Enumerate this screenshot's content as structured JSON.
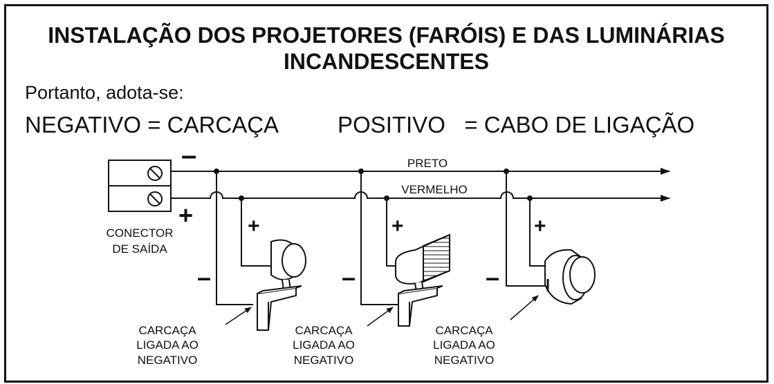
{
  "title_line1": "INSTALAÇÃO DOS PROJETORES (FARÓIS) E DAS LUMINÁRIAS",
  "title_line2": "INCANDESCENTES",
  "subtitle": "Portanto, adota-se:",
  "equation_negative": "NEGATIVO = CARCAÇA",
  "equation_positive": "POSITIVO   = CABO DE LIGAÇÃO",
  "wires": {
    "black_label": "PRETO",
    "red_label": "VERMELHO"
  },
  "connector": {
    "label_line1": "CONECTOR",
    "label_line2": "DE SAÍDA",
    "minus_sign": "–",
    "plus_sign": "+"
  },
  "fixture_sign_plus": "+",
  "fixture_sign_minus": "–",
  "housing_label": {
    "line1": "CARCAÇA",
    "line2": "LIGADA AO",
    "line3": "NEGATIVO"
  }
}
